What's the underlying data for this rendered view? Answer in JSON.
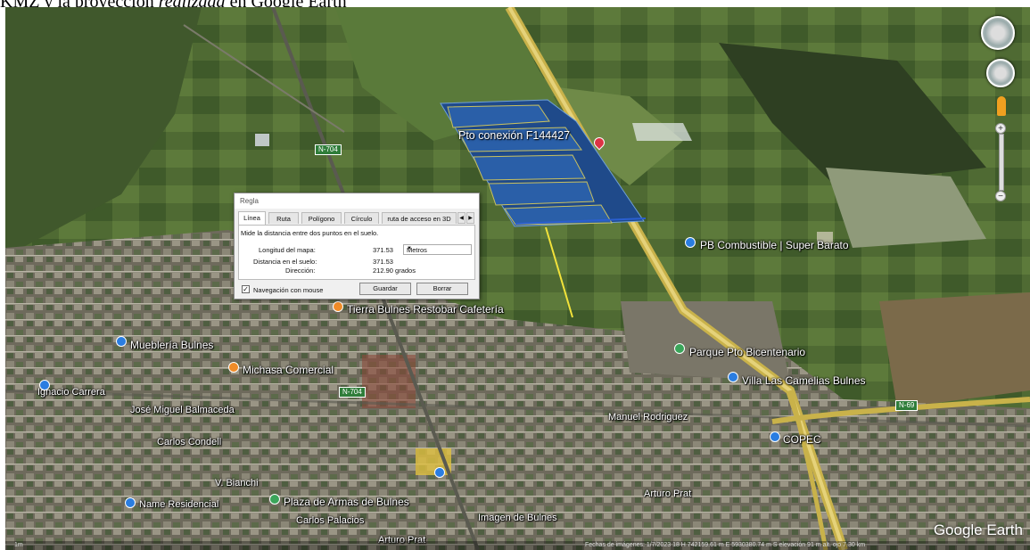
{
  "caption": {
    "prefix": "KMZ y la proyección ",
    "emphasis": "realizada",
    "suffix": " en Google Earth"
  },
  "map": {
    "point_label": "Pto conexión F144427",
    "brand": "Google Earth",
    "status_left": "1m",
    "status_right": "Fechas de imágenes: 1/7/2023     18 H 742159.61 m E 5930380.74 m S  elevación  91 m   alt. ojo  7.30 km",
    "places": [
      {
        "name": "PB Combustible | Super Barato"
      },
      {
        "name": "Tierra Bulnes Restobar Cafetería"
      },
      {
        "name": "Mueblería Bulnes"
      },
      {
        "name": "Michasa Comercial"
      },
      {
        "name": "Parque Pto Bicentenario"
      },
      {
        "name": "Villa Las Camelias Bulnes"
      },
      {
        "name": "COPEC"
      },
      {
        "name": "José Miguel Balmaceda"
      },
      {
        "name": "Carlos Condell"
      },
      {
        "name": "V. Bianchi"
      },
      {
        "name": "Plaza de Armas de Bulnes"
      },
      {
        "name": "Carlos Palacios"
      },
      {
        "name": "Arturo Prat"
      },
      {
        "name": "Arturo Prat"
      },
      {
        "name": "Name Residencial"
      },
      {
        "name": "Ignacio Carrera"
      },
      {
        "name": "Manuel Rodriguez"
      },
      {
        "name": "Imagen de Bulnes"
      }
    ],
    "road_tags": [
      "N-704",
      "N-704",
      "N-69"
    ]
  },
  "ruler": {
    "title": "Regla",
    "tabs": [
      "Línea",
      "Ruta",
      "Polígono",
      "Círculo",
      "ruta de acceso en 3D"
    ],
    "description": "Mide la distancia entre dos puntos en el suelo.",
    "map_length_label": "Longitud del mapa:",
    "map_length_value": "371.53",
    "unit": "Metros",
    "ground_distance_label": "Distancia en el suelo:",
    "ground_distance_value": "371.53",
    "heading_label": "Dirección:",
    "heading_value": "212.90 grados",
    "mouse_nav_label": "Navegación con mouse",
    "save_label": "Guardar",
    "clear_label": "Borrar"
  }
}
